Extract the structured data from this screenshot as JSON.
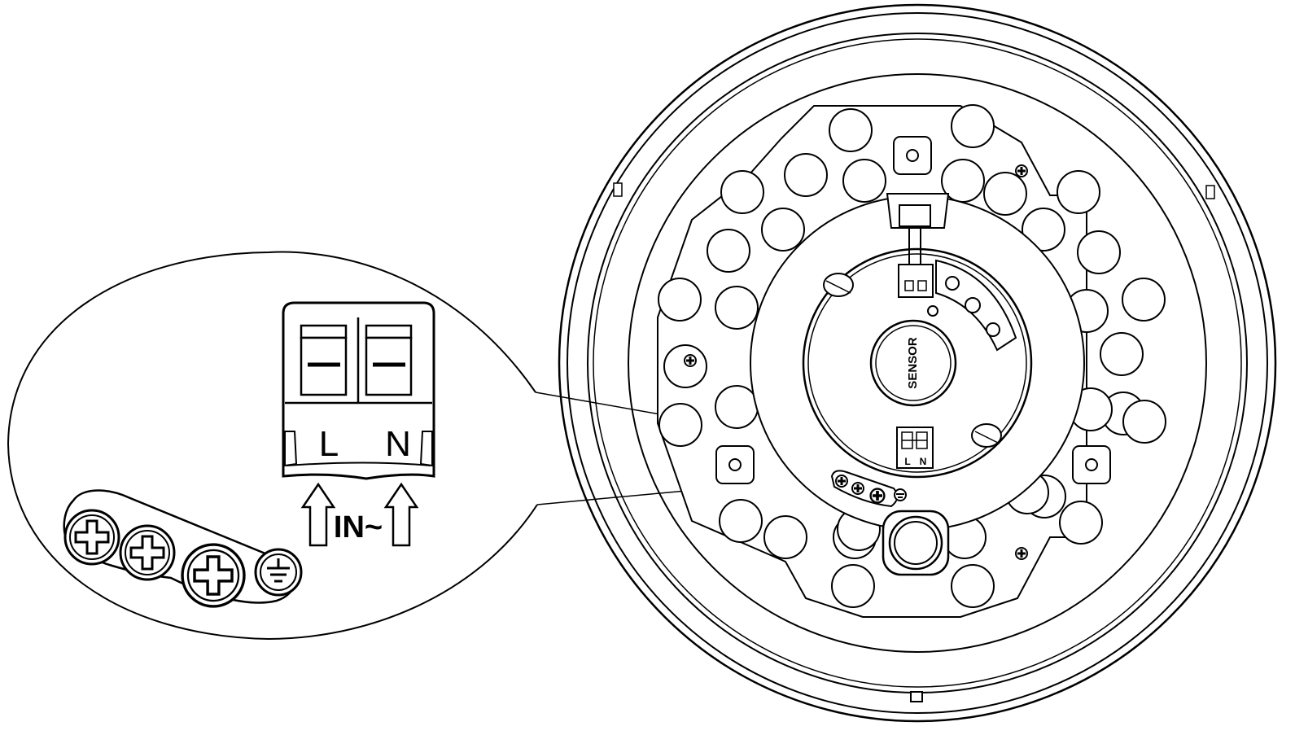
{
  "detail": {
    "terminal_l": "L",
    "terminal_n": "N",
    "input_label": "IN~"
  },
  "fixture": {
    "sensor_label": "SENSOR",
    "terminal_l": "L",
    "terminal_n": "N"
  },
  "colors": {
    "line": "#000000",
    "background": "#ffffff"
  },
  "icons": [
    "plus-screw-icon",
    "ground-icon",
    "up-arrow-icon"
  ]
}
